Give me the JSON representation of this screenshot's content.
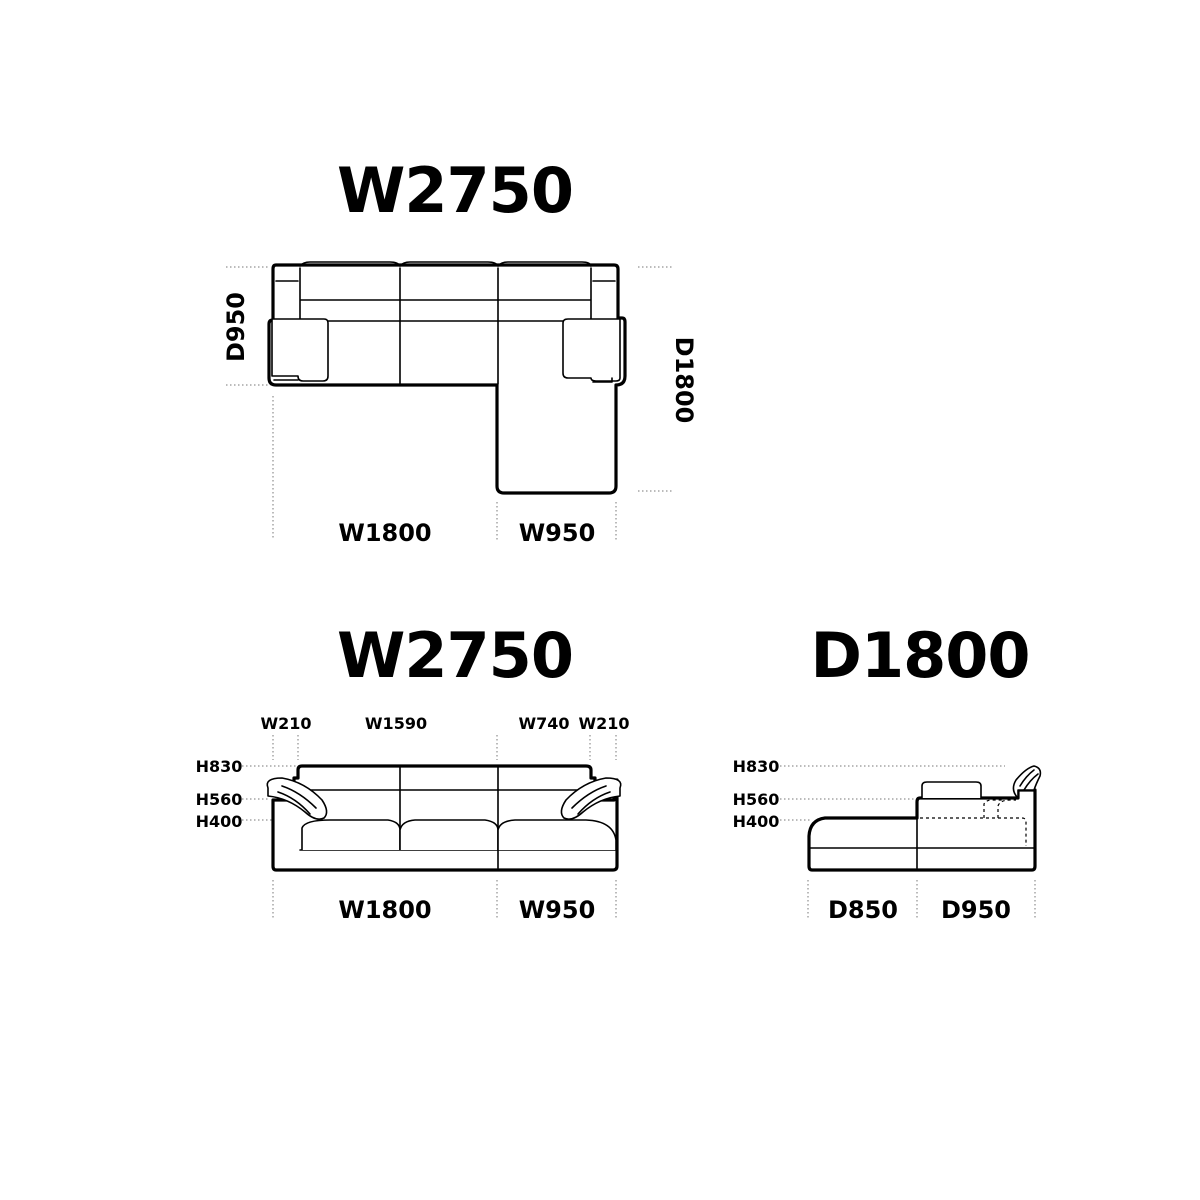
{
  "plan_view": {
    "title": "W2750",
    "depth_left": "D950",
    "depth_right": "D1800",
    "width_left": "W1800",
    "width_right": "W950"
  },
  "front_view": {
    "title": "W2750",
    "top_widths": [
      "W210",
      "W1590",
      "W740",
      "W210"
    ],
    "heights": [
      "H830",
      "H560",
      "H400"
    ],
    "width_left": "W1800",
    "width_right": "W950"
  },
  "side_view": {
    "title": "D1800",
    "heights": [
      "H830",
      "H560",
      "H400"
    ],
    "depth_left": "D850",
    "depth_right": "D950"
  }
}
